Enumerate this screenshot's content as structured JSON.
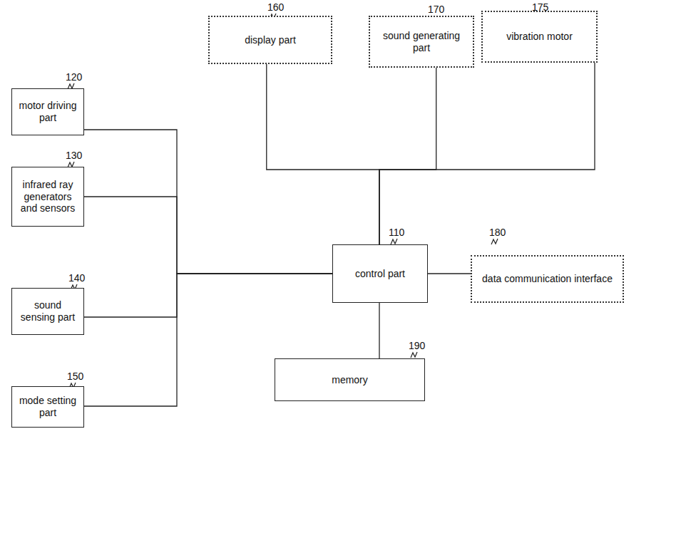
{
  "diagram": {
    "nodes": [
      {
        "text": [
          "display part"
        ]
      },
      {
        "text": [
          "sound generating part"
        ]
      },
      {
        "text": [
          "vibration motor"
        ]
      },
      {
        "text": [
          "motor driving part"
        ]
      },
      {
        "text": [
          "infrared ray generators and sensors"
        ]
      },
      {
        "text": [
          "control part"
        ]
      },
      {
        "text": [
          "data communication interface"
        ]
      },
      {
        "text": [
          "sound sensing part"
        ]
      },
      {
        "text": [
          "memory"
        ]
      },
      {
        "text": [
          "mode setting part"
        ]
      }
    ],
    "edges": [
      {
        "from": 0,
        "to": 5,
        "arrow": "none"
      },
      {
        "from": 1,
        "to": 5,
        "arrow": "none"
      },
      {
        "from": 2,
        "to": 5,
        "arrow": "none"
      },
      {
        "from": 3,
        "to": 5,
        "arrow": "none"
      },
      {
        "from": 4,
        "to": 5,
        "arrow": "none"
      },
      {
        "from": 7,
        "to": 5,
        "arrow": "none"
      },
      {
        "from": 9,
        "to": 5,
        "arrow": "none"
      },
      {
        "from": 5,
        "to": 6,
        "arrow": "none"
      },
      {
        "from": 5,
        "to": 8,
        "arrow": "none"
      }
    ],
    "labels": [
      "160",
      "170",
      "175",
      "120",
      "130",
      "110",
      "180",
      "140",
      "190",
      "150"
    ]
  }
}
